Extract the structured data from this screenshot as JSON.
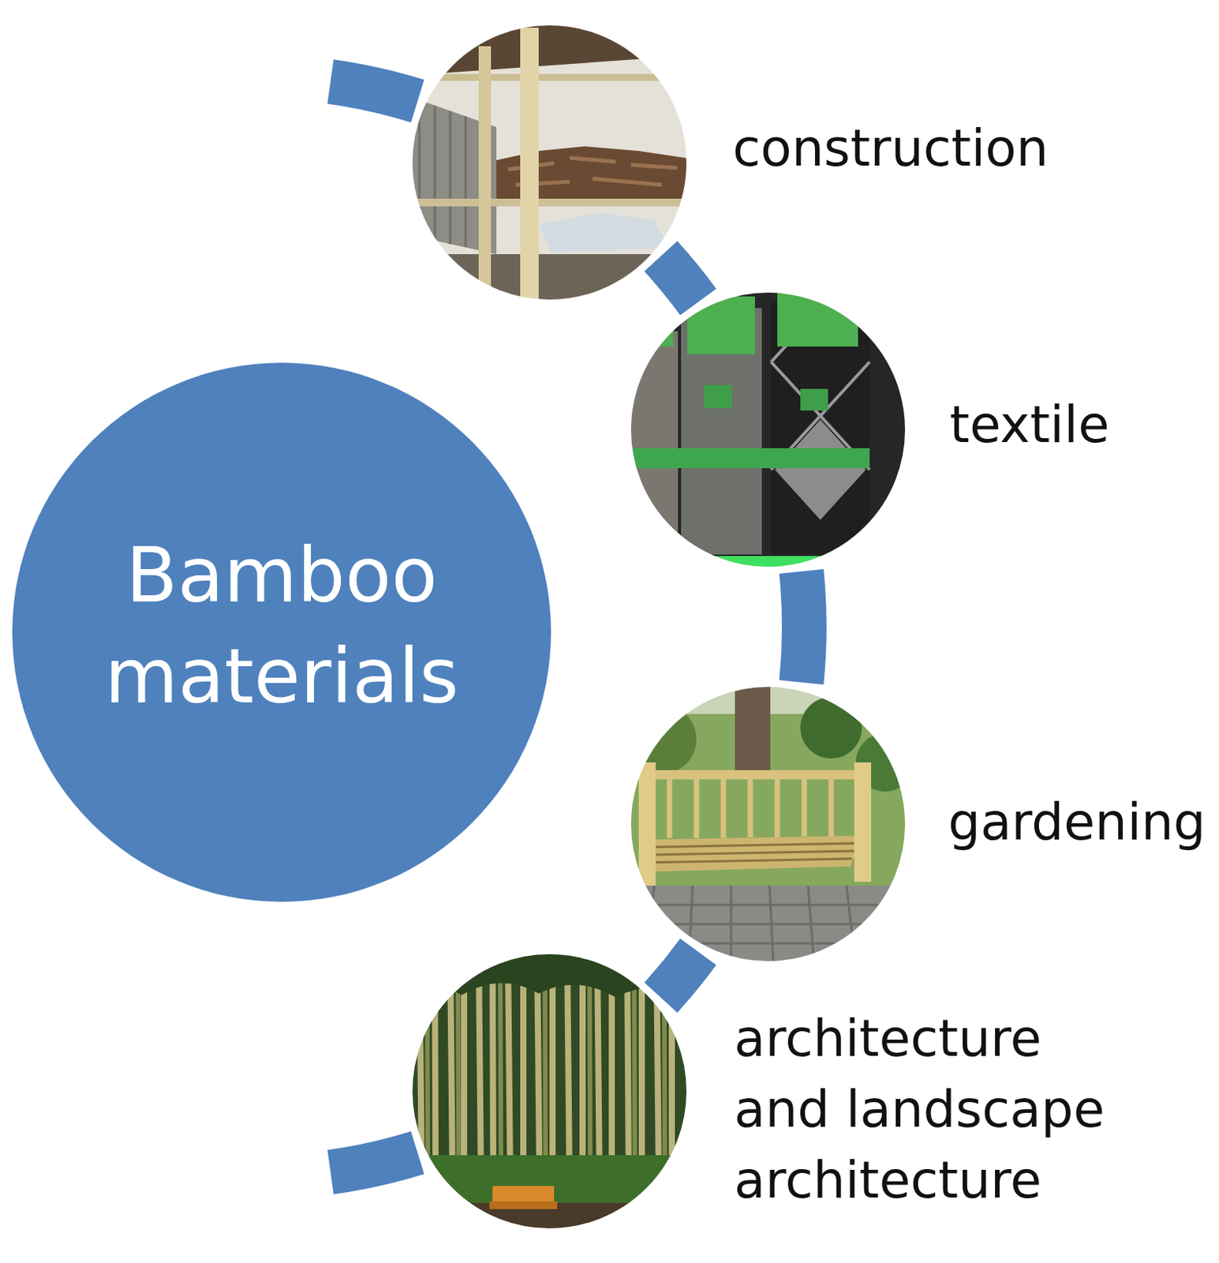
{
  "diagram": {
    "nodes": [
      {
        "text": [
          "Bamboo materials"
        ]
      },
      {
        "text": [
          "construction"
        ]
      },
      {
        "text": [
          "textile"
        ]
      },
      {
        "text": [
          "gardening"
        ]
      },
      {
        "text": [
          "architecture and landscape architecture"
        ]
      }
    ],
    "edges": [
      {
        "from": 1,
        "to": 2,
        "arrow": "none"
      },
      {
        "from": 2,
        "to": 3,
        "arrow": "none"
      },
      {
        "from": 3,
        "to": 4,
        "arrow": "none"
      }
    ]
  }
}
